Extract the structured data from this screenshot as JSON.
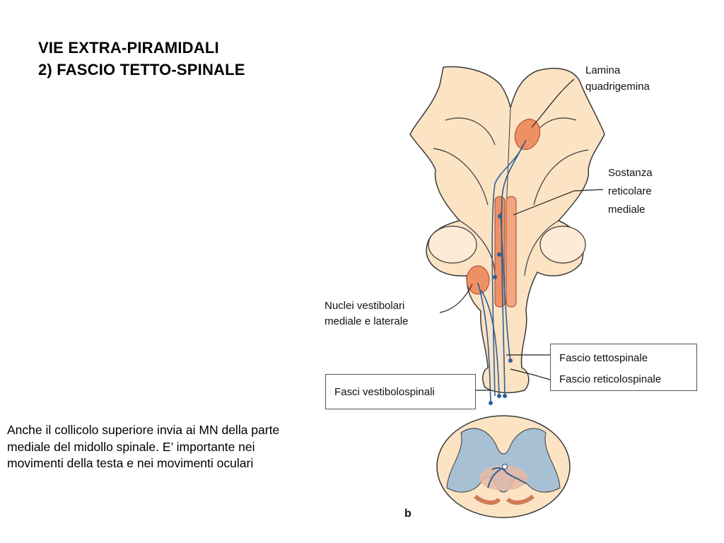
{
  "title": {
    "line1": "VIE EXTRA-PIRAMIDALI",
    "line2": "2) FASCIO TETTO-SPINALE"
  },
  "caption": "Anche il collicolo superiore invia ai MN della parte mediale del midollo spinale. E’ importante nei movimenti della testa e nei movimenti oculari",
  "figure": {
    "labels": {
      "lamina_line1": "Lamina",
      "lamina_line2": "quadrigemina",
      "sostanza_line1": "Sostanza",
      "sostanza_line2": "reticolare",
      "sostanza_line3": "mediale",
      "nuclei_line1": "Nuclei vestibolari",
      "nuclei_line2": "mediale e laterale",
      "fascio_tettospinale": "Fascio tettospinale",
      "fascio_reticolospinale": "Fascio reticolospinale",
      "fasci_vestibolospinali": "Fasci vestibolospinali"
    },
    "panel_letter": "b",
    "colors": {
      "tissue": "#fbe3c4",
      "outline": "#3a3a3a",
      "nucleus": "#ef8f64",
      "pathway": "#2f5f94",
      "grey_matter": "#a8c0d4"
    }
  }
}
